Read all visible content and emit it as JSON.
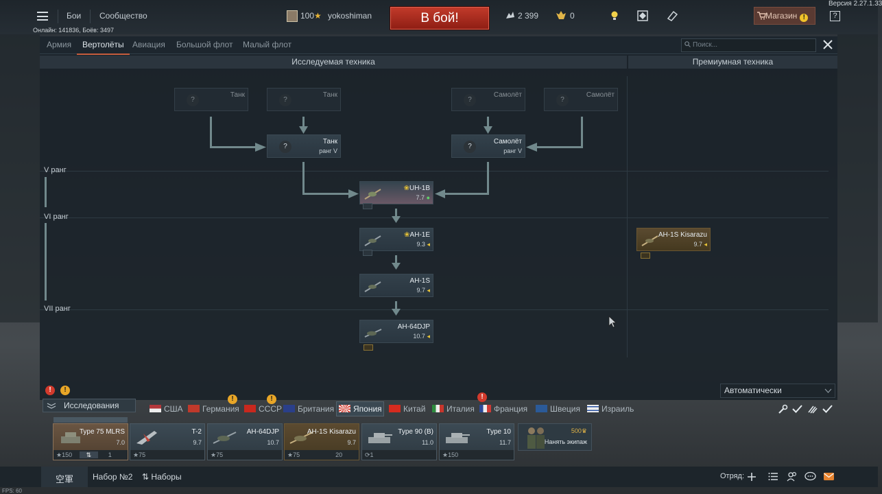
{
  "version": "Версия 2.27.1.33",
  "online": "Онлайн: 141836, Боёв: 3497",
  "fps": "FPS: 60",
  "topbar": {
    "nav": [
      "Бои",
      "Сообщество"
    ],
    "player_level": "100",
    "player_name": "yokoshiman",
    "battle_label": "В бой!",
    "silver": "2 399",
    "gold": "0",
    "shop_label": "Магазин",
    "help_label": "?"
  },
  "tabs": [
    "Армия",
    "Вертолёты",
    "Авиация",
    "Большой флот",
    "Малый флот"
  ],
  "active_tab": "Вертолёты",
  "search_placeholder": "Поиск...",
  "columns": {
    "research": "Исследуемая техника",
    "premium": "Премиумная техника"
  },
  "ranks": [
    "V ранг",
    "VI ранг",
    "VII ранг"
  ],
  "tree": {
    "ghost_tank_1": "Танк",
    "ghost_tank_2": "Танк",
    "ghost_plane_1": "Самолёт",
    "ghost_plane_2": "Самолёт",
    "req_tank_name": "Танк",
    "req_tank_rank": "ранг V",
    "req_plane_name": "Самолёт",
    "req_plane_rank": "ранг V",
    "q": "?",
    "vehicles": [
      {
        "name": "UH-1B",
        "br": "7.7"
      },
      {
        "name": "AH-1E",
        "br": "9.3"
      },
      {
        "name": "AH-1S",
        "br": "9.7"
      },
      {
        "name": "AH-64DJP",
        "br": "10.7"
      }
    ],
    "premium": {
      "name": "AH-1S Kisarazu",
      "br": "9.7"
    }
  },
  "research_button": "Исследования",
  "nations": [
    "США",
    "Германия",
    "СССР",
    "Британия",
    "Япония",
    "Китай",
    "Италия",
    "Франция",
    "Швеция",
    "Израиль"
  ],
  "active_nation": "Япония",
  "auto_select": "Автоматически",
  "crew": [
    {
      "name": "Type 75 MLRS",
      "br": "7.0",
      "foot_left": "150",
      "foot_right": "1"
    },
    {
      "name": "T-2",
      "br": "9.7",
      "foot_left": "75"
    },
    {
      "name": "AH-64DJP",
      "br": "10.7",
      "foot_left": "75"
    },
    {
      "name": "AH-1S Kisarazu",
      "br": "9.7",
      "foot_left": "75",
      "foot_right": "20"
    },
    {
      "name": "Type 90 (B)",
      "br": "11.0",
      "foot_left": "1"
    },
    {
      "name": "Type 10",
      "br": "11.7",
      "foot_left": "150"
    }
  ],
  "hire": {
    "price": "500",
    "label": "Нанять экипаж"
  },
  "bottombar": {
    "kanji": "空軍",
    "preset": "Набор №2",
    "presets": "Наборы",
    "squad": "Отряд:"
  },
  "colors": {
    "accent_red": "#c13a2a",
    "tab_underline": "#c75d3e",
    "arrow": "#71898c",
    "premium": "#5a4a30"
  }
}
